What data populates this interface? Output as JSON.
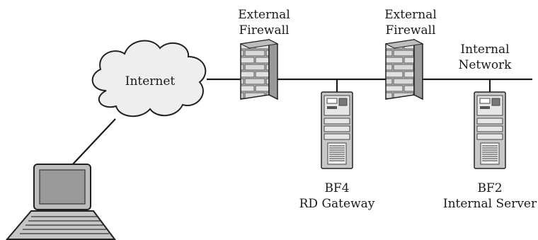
{
  "internet": {
    "label": "Internet"
  },
  "firewall_1": {
    "label_line1": "External",
    "label_line2": "Firewall"
  },
  "firewall_2": {
    "label_line1": "External",
    "label_line2": "Firewall"
  },
  "internal_network": {
    "label_line1": "Internal",
    "label_line2": "Network"
  },
  "server_bf4": {
    "label_line1": "BF4",
    "label_line2": "RD Gateway"
  },
  "server_bf2": {
    "label_line1": "BF2",
    "label_line2": "Internal Server"
  },
  "colors": {
    "line": "#1a1a1a",
    "cloud_fill": "#eeeeee",
    "device_fill": "#cfcfcf",
    "device_dark": "#8a8a8a"
  }
}
